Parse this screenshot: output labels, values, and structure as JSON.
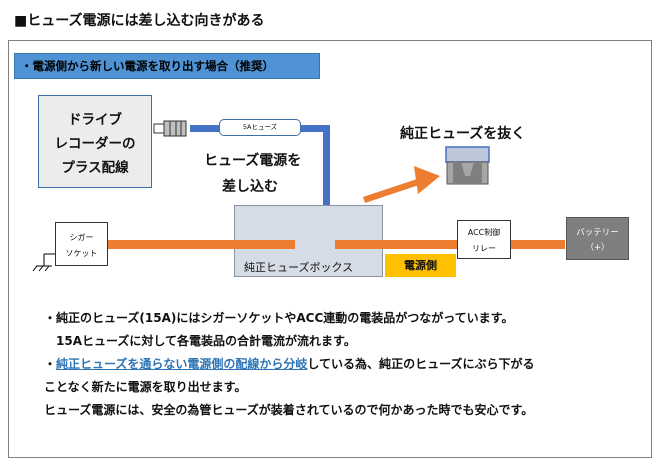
{
  "page_title": "■ヒューズ電源には差し込む向きがある",
  "section_label": "・電源側から新しい電源を取り出す場合（推奨）",
  "recorder": {
    "lines": [
      "ドライブ",
      "レコーダーの",
      "プラス配線"
    ]
  },
  "fuse_label": "5Aヒューズ",
  "insert_caption": [
    "ヒューズ電源を",
    "差し込む"
  ],
  "cigar_socket": {
    "lines": [
      "シガー",
      "ソケット"
    ]
  },
  "fuse_box_label": "純正ヒューズボックス",
  "power_side_label": "電源側",
  "acc_relay": {
    "lines": [
      "ACC制御",
      "リレー"
    ]
  },
  "battery": {
    "lines": [
      "バッテリー",
      "（+）"
    ]
  },
  "remove_caption": "純正ヒューズを抜く",
  "notes": {
    "line1": "・純正のヒューズ(15A)にはシガーソケットやACC連動の電装品がつながっています。",
    "line2": "15Aヒューズに対して各電装品の合計電流が流れます。",
    "line3_prefix": "・",
    "line3_highlight": "純正ヒューズを通らない電源側の配線から分岐",
    "line3_suffix": "している為、純正のヒューズにぶら下がる",
    "line4": "ことなく新たに電源を取り出せます。",
    "line5": "ヒューズ電源には、安全の為管ヒューズが装着されているので何かあった時でも安心です。"
  },
  "colors": {
    "wire_orange": "#ed7d31",
    "wire_blue": "#4472c4",
    "label_blue": "#4f93d4",
    "power_side_yellow": "#ffc000",
    "battery_gray": "#7f7f7f",
    "fuse_box_fill": "#d6dce5",
    "highlight_text": "#2e75b6"
  }
}
